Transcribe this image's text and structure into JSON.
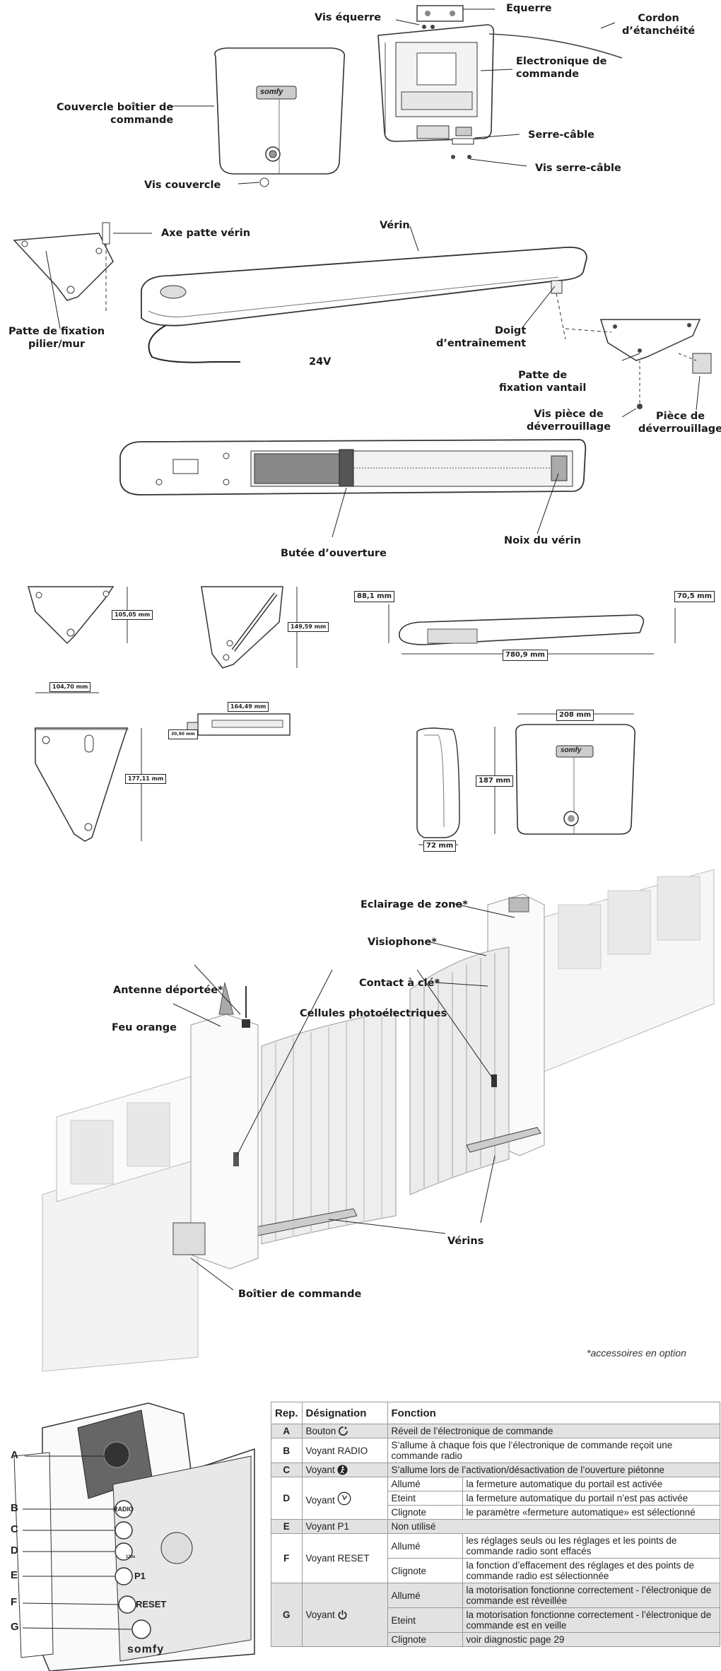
{
  "section1": {
    "labels": {
      "vis_equerre": "Vis équerre",
      "equerre": "Equerre",
      "cordon": "Cordon\nd’étanchéité",
      "electronique": "Electronique de\ncommande",
      "couvercle_boitier": "Couvercle boîtier de\ncommande",
      "serre_cable": "Serre-câble",
      "vis_serre_cable": "Vis serre-câble",
      "vis_couvercle": "Vis couvercle"
    },
    "logo": "somfy"
  },
  "section2": {
    "labels": {
      "axe_patte": "Axe patte vérin",
      "verin": "Vérin",
      "patte_fixation": "Patte de fixation\npilier/mur",
      "doigt": "Doigt\nd’entraînement",
      "v24": "24V",
      "patte_vantail": "Patte de\nfixation vantail",
      "vis_piece": "Vis pièce de\ndéverrouillage",
      "piece_deverrouillage": "Pièce de\ndéverrouillage",
      "butee": "Butée d’ouverture",
      "noix": "Noix du vérin"
    }
  },
  "section3": {
    "dims": {
      "d1": "105,05 mm",
      "d2": "149,59 mm",
      "d3": "88,1 mm",
      "d4": "70,5 mm",
      "d5": "780,9  mm",
      "d6": "104,70 mm",
      "d7": "177,11 mm",
      "d8": "164,49 mm",
      "d9": "30,90 mm",
      "d10": "208 mm",
      "d11": "187 mm",
      "d12": "72 mm"
    },
    "logo": "somfy"
  },
  "section4": {
    "labels": {
      "eclairage": "Eclairage de zone*",
      "visiophone": "Visiophone*",
      "contact": "Contact à clé*",
      "antenne": "Antenne déportée*",
      "feu": "Feu orange",
      "cellules": "Cellules photoélectriques",
      "verins": "Vérins",
      "boitier": "Boîtier de commande"
    },
    "note": "*accessoires en option"
  },
  "section5": {
    "panel_letters": [
      "A",
      "B",
      "C",
      "D",
      "E",
      "F",
      "G"
    ],
    "panel_texts": {
      "radio": "RADIO",
      "p1": "P1",
      "reset": "RESET",
      "logo": "somfy",
      "timer": "120s"
    },
    "table": {
      "headers": [
        "Rep.",
        "Désignation",
        "Fonction"
      ],
      "rows": {
        "A": {
          "rep": "A",
          "designation": "Bouton",
          "fonction": "Réveil de l’électronique de commande"
        },
        "B": {
          "rep": "B",
          "designation": "Voyant RADIO",
          "fonction": "S’allume à chaque fois que l’électronique de commande reçoit une commande radio"
        },
        "C": {
          "rep": "C",
          "designation": "Voyant",
          "fonction": "S’allume lors de l’activation/désactivation de l’ouverture piétonne"
        },
        "D": {
          "rep": "D",
          "designation": "Voyant",
          "s1": "Allumé",
          "f1": "la fermeture automatique du portail est activée",
          "s2": "Eteint",
          "f2": "la fermeture automatique du portail n’est pas activée",
          "s3": "Clignote",
          "f3": "le paramètre «fermeture automatique» est sélectionné"
        },
        "E": {
          "rep": "E",
          "designation": "Voyant P1",
          "fonction": "Non utilisé"
        },
        "F": {
          "rep": "F",
          "designation": "Voyant RESET",
          "s1": "Allumé",
          "f1": "les réglages seuls ou les réglages et les points de commande radio sont effacés",
          "s2": "Clignote",
          "f2": "la fonction d’effacement des réglages et des points de commande radio est sélectionnée"
        },
        "G": {
          "rep": "G",
          "designation": "Voyant",
          "s1": "Allumé",
          "f1": "la motorisation fonctionne correctement - l’électronique de commande est réveillée",
          "s2": "Eteint",
          "f2": "la motorisation fonctionne correctement - l’électronique de commande est en veille",
          "s3": "Clignote",
          "f3": "voir diagnostic page 29"
        }
      }
    }
  }
}
